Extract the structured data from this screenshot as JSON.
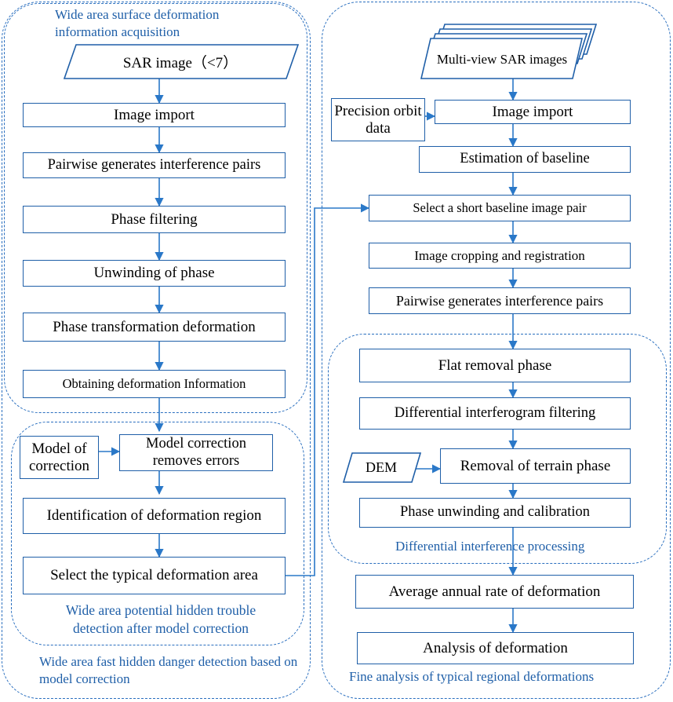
{
  "left_panel": {
    "outer_caption": "Wide area fast hidden danger detection based on model correction",
    "acquisition_region": {
      "caption": "Wide area surface deformation information acquisition"
    },
    "detection_region": {
      "caption": "Wide area potential hidden trouble detection after model correction"
    },
    "nodes": {
      "sar_image": "SAR image（<7）",
      "image_import": "Image import",
      "pairwise": "Pairwise generates interference pairs",
      "phase_filtering": "Phase filtering",
      "unwinding": "Unwinding of phase",
      "phase_transform": "Phase transformation deformation",
      "obtaining_info": "Obtaining deformation Information",
      "model_of_correction": "Model of correction",
      "model_correction": "Model correction removes errors",
      "identification": "Identification of deformation region",
      "select_typical": "Select the typical deformation area"
    }
  },
  "right_panel": {
    "outer_caption": "Fine analysis of typical regional deformations",
    "differential_region": {
      "caption": "Differential interference processing"
    },
    "nodes": {
      "multi_view": "Multi-view SAR images",
      "precision_orbit": "Precision orbit data",
      "image_import": "Image import",
      "estimation": "Estimation of baseline",
      "select_short": "Select a short baseline image pair",
      "cropping": "Image cropping and registration",
      "pairwise": "Pairwise generates interference pairs",
      "flat_removal": "Flat removal phase",
      "diff_filtering": "Differential interferogram filtering",
      "dem": "DEM",
      "terrain": "Removal of terrain phase",
      "unwinding_calib": "Phase unwinding and calibration",
      "annual_rate": "Average annual rate of deformation",
      "analysis": "Analysis of deformation"
    }
  },
  "colors": {
    "line": "#1f5fa8",
    "arrow": "#2a78c8",
    "caption": "#1f5fa8"
  }
}
